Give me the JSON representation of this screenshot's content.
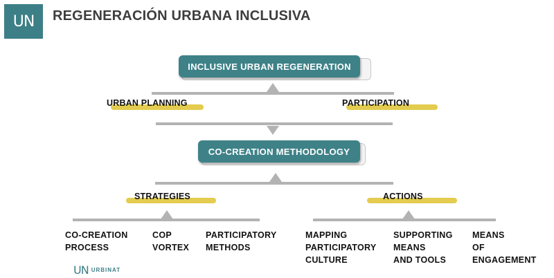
{
  "logo": {
    "text": "UN",
    "color": "#3d7f86"
  },
  "title": "REGENERACIÓN URBANA INCLUSIVA",
  "top_box": "INCLUSIVE URBAN REGENERATION",
  "pillars": {
    "left": "URBAN PLANNING",
    "right": "PARTICIPATION"
  },
  "middle_box": "CO-CREATION METHODOLOGY",
  "branches": {
    "strategies": {
      "label": "STRATEGIES",
      "items": [
        "CO-CREATION\nPROCESS",
        "COP\nVORTEX",
        "PARTICIPATORY\nMETHODS"
      ]
    },
    "actions": {
      "label": "ACTIONS",
      "items": [
        "MAPPING\nPARTICIPATORY\nCULTURE",
        "SUPPORTING\nMEANS\nAND TOOLS",
        "MEANS\nOF\nENGAGEMENT"
      ]
    }
  },
  "footer": {
    "mark": "UN",
    "name": "URBINAT"
  },
  "colors": {
    "teal": "#3e8288",
    "yellow": "#e3cc4f",
    "gray": "#b3b3b3"
  }
}
